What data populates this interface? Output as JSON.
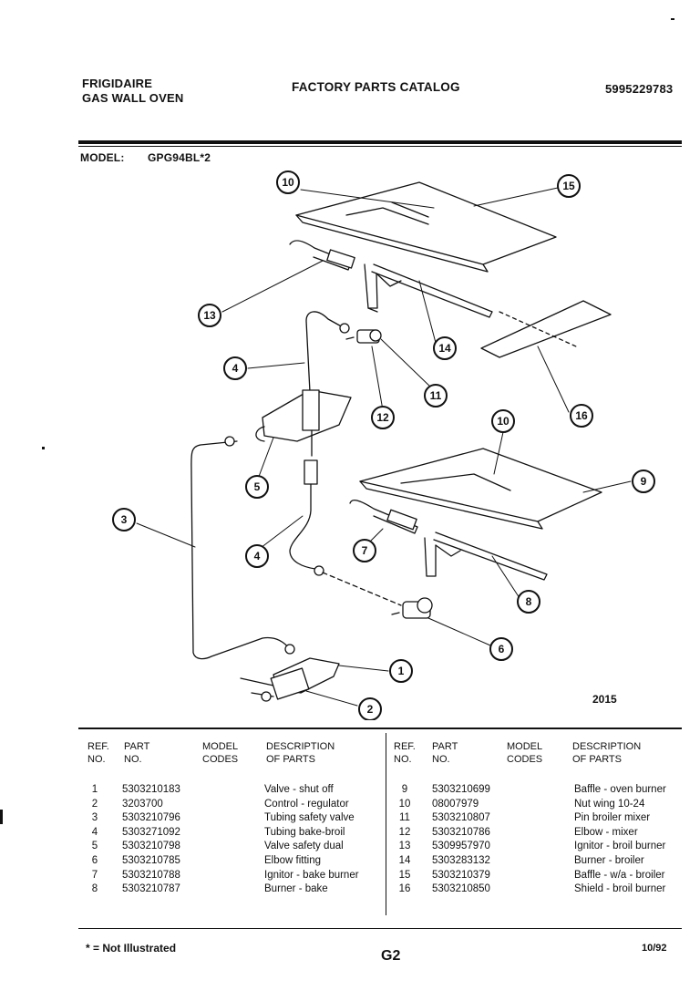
{
  "header": {
    "brand": "FRIGIDAIRE",
    "product": "GAS WALL OVEN",
    "catalog_title": "FACTORY PARTS CATALOG",
    "catalog_number": "5995229783"
  },
  "model": {
    "label": "MODEL:",
    "value": "GPG94BL*2"
  },
  "diagram": {
    "figure_number": "2015",
    "callouts": [
      "10",
      "15",
      "13",
      "14",
      "16",
      "11",
      "12",
      "4",
      "5",
      "10",
      "9",
      "3",
      "7",
      "4",
      "8",
      "6",
      "1",
      "2"
    ]
  },
  "table": {
    "headers_left": {
      "ref": "REF.\nNO.",
      "part": "PART\nNO.",
      "model": "MODEL\nCODES",
      "desc": "DESCRIPTION\nOF PARTS"
    },
    "headers_right": {
      "ref": "REF.\nNO.",
      "part": "PART\nNO.",
      "model": "MODEL\nCODES",
      "desc": "DESCRIPTION\nOF PARTS"
    },
    "left_rows": [
      {
        "ref": "1",
        "part": "5303210183",
        "desc": "Valve - shut off"
      },
      {
        "ref": "2",
        "part": "3203700",
        "desc": "Control - regulator"
      },
      {
        "ref": "3",
        "part": "5303210796",
        "desc": "Tubing safety valve"
      },
      {
        "ref": "4",
        "part": "5303271092",
        "desc": "Tubing bake-broil"
      },
      {
        "ref": "5",
        "part": "5303210798",
        "desc": "Valve safety dual"
      },
      {
        "ref": "6",
        "part": "5303210785",
        "desc": "Elbow fitting"
      },
      {
        "ref": "7",
        "part": "5303210788",
        "desc": "Ignitor - bake burner"
      },
      {
        "ref": "8",
        "part": "5303210787",
        "desc": "Burner - bake"
      }
    ],
    "right_rows": [
      {
        "ref": "9",
        "part": "5303210699",
        "desc": "Baffle - oven burner"
      },
      {
        "ref": "10",
        "part": "08007979",
        "desc": "Nut wing 10-24"
      },
      {
        "ref": "11",
        "part": "5303210807",
        "desc": "Pin broiler mixer"
      },
      {
        "ref": "12",
        "part": "5303210786",
        "desc": "Elbow - mixer"
      },
      {
        "ref": "13",
        "part": "5309957970",
        "desc": "Ignitor - broil burner"
      },
      {
        "ref": "14",
        "part": "5303283132",
        "desc": "Burner - broiler"
      },
      {
        "ref": "15",
        "part": "5303210379",
        "desc": "Baffle - w/a - broiler"
      },
      {
        "ref": "16",
        "part": "5303210850",
        "desc": "Shield - broil burner"
      }
    ]
  },
  "footer": {
    "note": "* = Not Illustrated",
    "page": "G2",
    "date": "10/92"
  }
}
